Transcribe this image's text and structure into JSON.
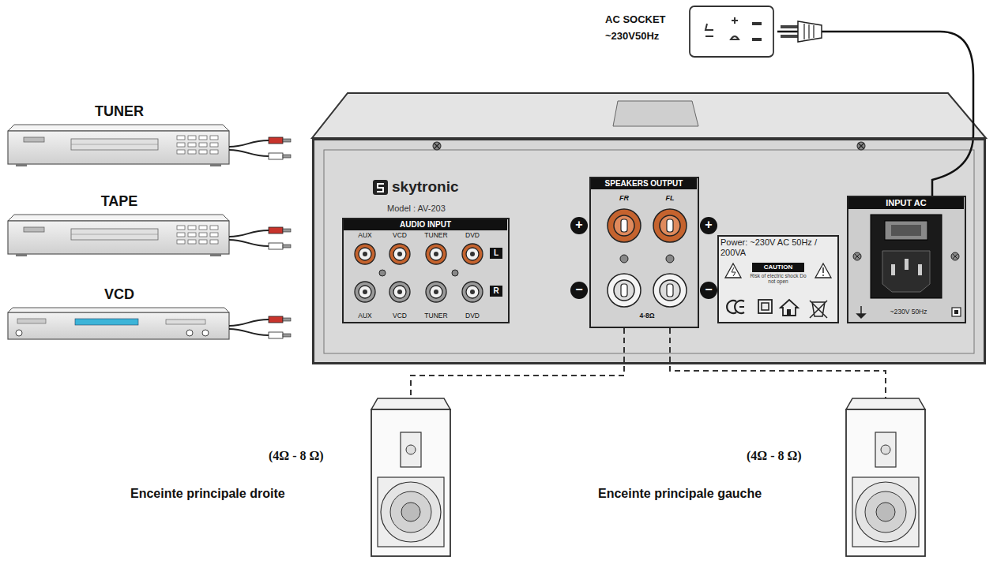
{
  "diagram": {
    "nodes": [
      {
        "text": [
          "TUNER"
        ]
      },
      {
        "text": [
          "TAPE"
        ]
      },
      {
        "text": [
          "VCD"
        ]
      },
      {
        "text": [
          "AC SOCKET ~230V50Hz"
        ]
      },
      {
        "text": [
          "skytronic",
          "Model : AV-203"
        ]
      },
      {
        "text": [
          "AUDIO INPUT",
          "AUX",
          "VCD",
          "TUNER",
          "DVD",
          "L",
          "AUX",
          "VCD",
          "TUNER",
          "DVD",
          "R"
        ],
        "in": 4
      },
      {
        "text": [
          "SPEAKERS OUTPUT",
          "FR",
          "FL",
          "4-8Ω"
        ],
        "in": 4
      },
      {
        "text": [
          "Power: ~230V AC 50Hz / 200VA",
          "CAUTION",
          "Risk of electric shock Do not open"
        ],
        "in": 4
      },
      {
        "text": [
          "INPUT AC",
          "~230V 50Hz"
        ],
        "in": 4
      },
      {
        "text": [
          "(4Ω - 8 Ω)",
          "Enceinte principale droite"
        ]
      },
      {
        "text": [
          "(4Ω - 8 Ω)",
          "Enceinte principale gauche"
        ]
      }
    ],
    "edges": [
      {
        "from": 3,
        "to": 8,
        "arrow": "none"
      },
      {
        "from": 6,
        "to": 9,
        "arrow": "none"
      },
      {
        "from": 6,
        "to": 10,
        "arrow": "none"
      }
    ],
    "labels": [
      "+",
      "+",
      "−",
      "−"
    ]
  }
}
